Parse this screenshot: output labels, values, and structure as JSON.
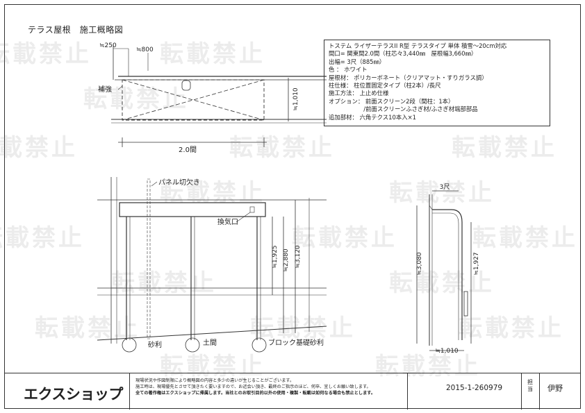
{
  "title": "テラス屋根　施工概略図",
  "watermark_text": "転載禁止",
  "spec_lines": [
    "トステム ライザーテラスII R型 テラスタイプ 単体 積雪～20cm対応",
    "間口= 関東間2.0間（柱芯々3,440㎜　屋根幅3,660㎜）",
    "出幅= 3尺（885㎜）",
    "色 ： ホワイト",
    "屋根材： ポリカーボネート（クリアマット・すりガラス調）",
    "柱仕様： 柱位置固定タイプ（柱2本）/長尺",
    "施工方法： 上止め仕様",
    "オプション： 前面スクリーン2段（間柱：1本）",
    "　　　　　　/前面スクリーンふさぎ材/ふさぎ材端部部品",
    "追加部材： 六角テクス10本入×1"
  ],
  "plan": {
    "dim_left": "≒250",
    "dim_right": "≒800",
    "reinforce": "補強",
    "depth": "≒1,010",
    "width": "2.0間"
  },
  "front": {
    "panel_cut": "パネル切欠き",
    "vent": "換気口",
    "h1": "≒1,925",
    "h2": "≒2,880",
    "h3": "≒3,120",
    "ground1": "砂利",
    "ground2": "土間",
    "ground3": "ブロック基礎砂利"
  },
  "side": {
    "top": "3尺",
    "h_total": "≒3,080",
    "h_screen": "≒1,927",
    "bottom": "≒1,010"
  },
  "footer": {
    "logo": "エクスショップ",
    "note1": "現場状況や作図制限により概略図の内容と多少の違いが生じることがございます。",
    "note2": "施工時は、現場優先とさせて頂きたく要いますので、お近会い頂き、最終のご指示のほど、何卒、宜しくお願い致します。",
    "note3": "全ての著作権はエクスショップに帰属します。当社とのお取引目的以外の使用・複製・転載は如何なる場合も禁止とします。",
    "doc_no": "2015-1-260979",
    "tanto_label": "担当",
    "tanto_name": "伊野"
  }
}
